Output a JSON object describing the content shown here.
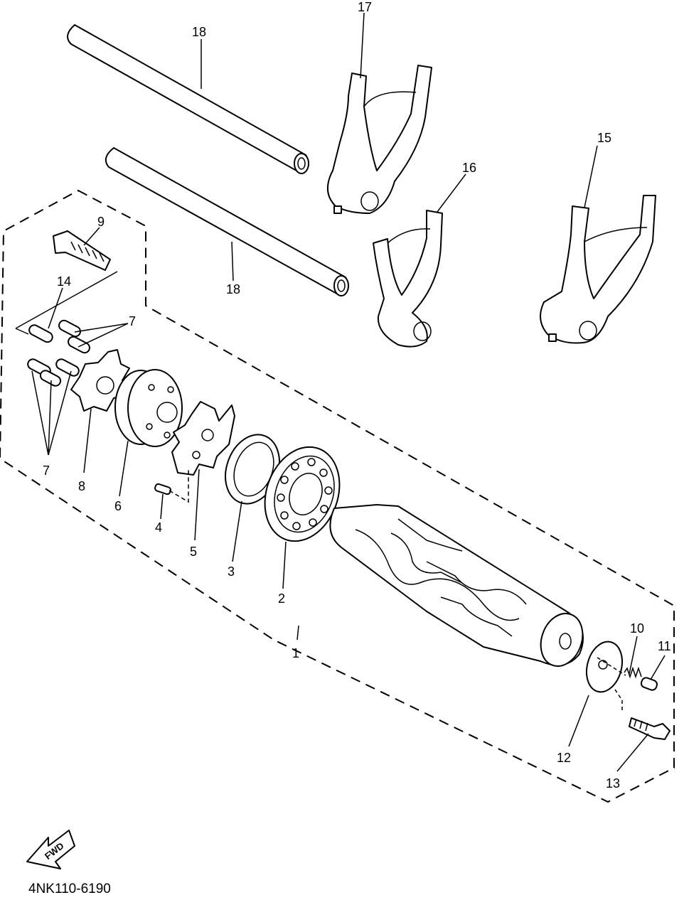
{
  "diagram": {
    "labels": {
      "p1": "1",
      "p2": "2",
      "p3": "3",
      "p4": "4",
      "p5": "5",
      "p6": "6",
      "p7a": "7",
      "p7b": "7",
      "p8": "8",
      "p9": "9",
      "p10": "10",
      "p11": "11",
      "p12": "12",
      "p13": "13",
      "p14": "14",
      "p15": "15",
      "p16": "16",
      "p17": "17",
      "p18a": "18",
      "p18b": "18"
    },
    "fwd_label": "FWD",
    "drawing_code": "4NK110-6190"
  }
}
